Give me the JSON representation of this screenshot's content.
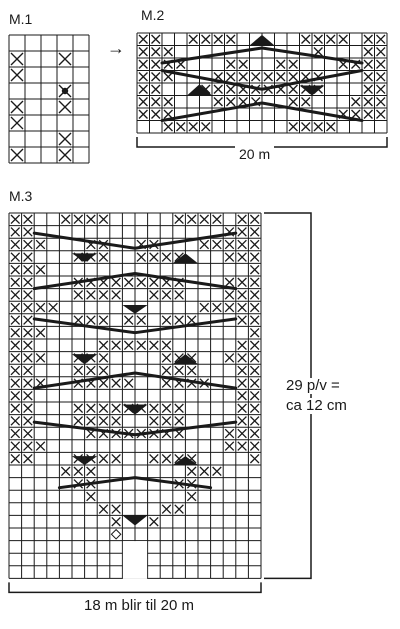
{
  "diagrams": {
    "m1": {
      "title": "M.1"
    },
    "m2": {
      "title": "M.2",
      "width_label": "20 m"
    },
    "m3": {
      "title": "M.3",
      "height_label_line1": "29 p/v =",
      "height_label_line2": "ca 12 cm",
      "width_label": "18 m blir til 20 m"
    }
  },
  "arrow_symbol": "→",
  "icons": {
    "cross": "cross-stitch-icon",
    "dot": "dot-stitch-icon",
    "triangle": "triangle-stitch-icon"
  },
  "colors": {
    "ink": "#1a1a1a",
    "background": "#ffffff"
  }
}
